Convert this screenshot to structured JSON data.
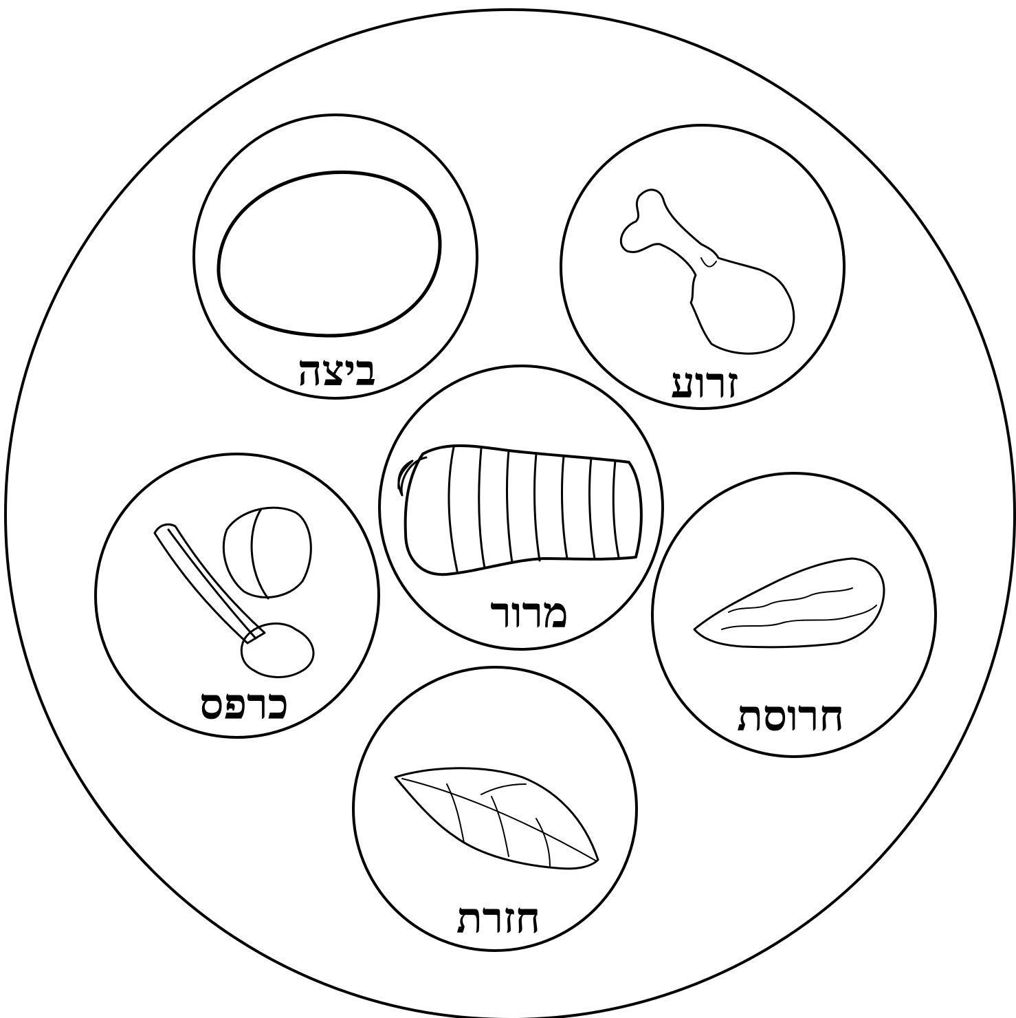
{
  "plate": {
    "items": [
      {
        "id": "beitzah",
        "label": "ביצה",
        "icon": "egg-icon"
      },
      {
        "id": "zeroa",
        "label": "זרוע",
        "icon": "shank-bone-icon"
      },
      {
        "id": "maror",
        "label": "מרור",
        "icon": "horseradish-icon"
      },
      {
        "id": "karpas",
        "label": "כרפס",
        "icon": "celery-potato-icon"
      },
      {
        "id": "charoset",
        "label": "חרוסת",
        "icon": "charoset-icon"
      },
      {
        "id": "chazeret",
        "label": "חזרת",
        "icon": "lettuce-leaf-icon"
      }
    ]
  },
  "colors": {
    "ink": "#000000",
    "paper": "#ffffff"
  }
}
